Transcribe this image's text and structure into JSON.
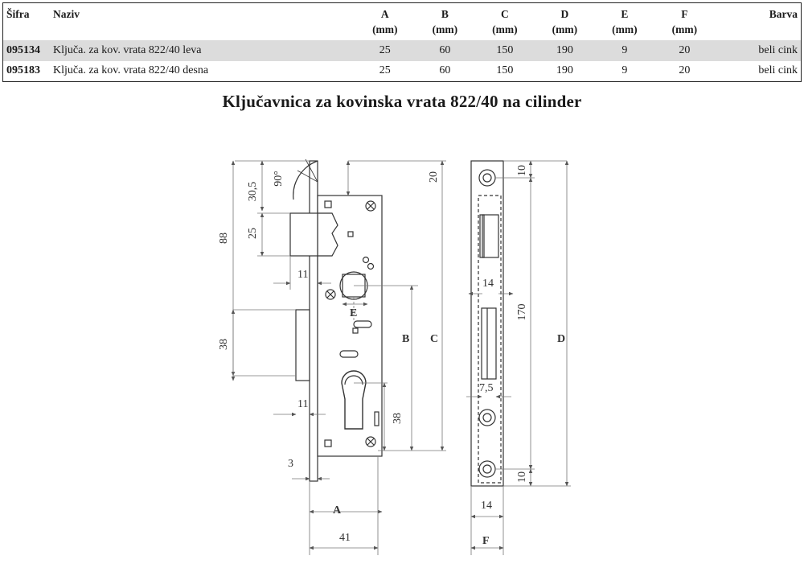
{
  "table": {
    "headers": [
      {
        "label": "Šifra",
        "unit": ""
      },
      {
        "label": "Naziv",
        "unit": ""
      },
      {
        "label": "A",
        "unit": "(mm)"
      },
      {
        "label": "B",
        "unit": "(mm)"
      },
      {
        "label": "C",
        "unit": "(mm)"
      },
      {
        "label": "D",
        "unit": "(mm)"
      },
      {
        "label": "E",
        "unit": "(mm)"
      },
      {
        "label": "F",
        "unit": "(mm)"
      },
      {
        "label": "Barva",
        "unit": ""
      }
    ],
    "rows": [
      {
        "code": "095134",
        "name": "Ključa. za kov. vrata 822/40 leva",
        "a": "25",
        "b": "60",
        "c": "150",
        "d": "190",
        "e": "9",
        "f": "20",
        "color": "beli cink"
      },
      {
        "code": "095183",
        "name": "Ključa. za kov. vrata 822/40 desna",
        "a": "25",
        "b": "60",
        "c": "150",
        "d": "190",
        "e": "9",
        "f": "20",
        "color": "beli cink"
      }
    ]
  },
  "title": "Ključavnica za kovinska vrata 822/40 na cilinder",
  "drawing": {
    "dims": {
      "d30_5": "30,5",
      "d90": "90°",
      "d20": "20",
      "d88": "88",
      "d25": "25",
      "d11a": "11",
      "dE": "E",
      "dB": "B",
      "dC": "C",
      "d38a": "38",
      "d11b": "11",
      "d38b": "38",
      "d3": "3",
      "dA": "A",
      "d41": "41"
    },
    "plate": {
      "d10a": "10",
      "d14a": "14",
      "d170": "170",
      "dD": "D",
      "d7_5": "7,5",
      "d10b": "10",
      "d14b": "14",
      "dF": "F"
    }
  }
}
